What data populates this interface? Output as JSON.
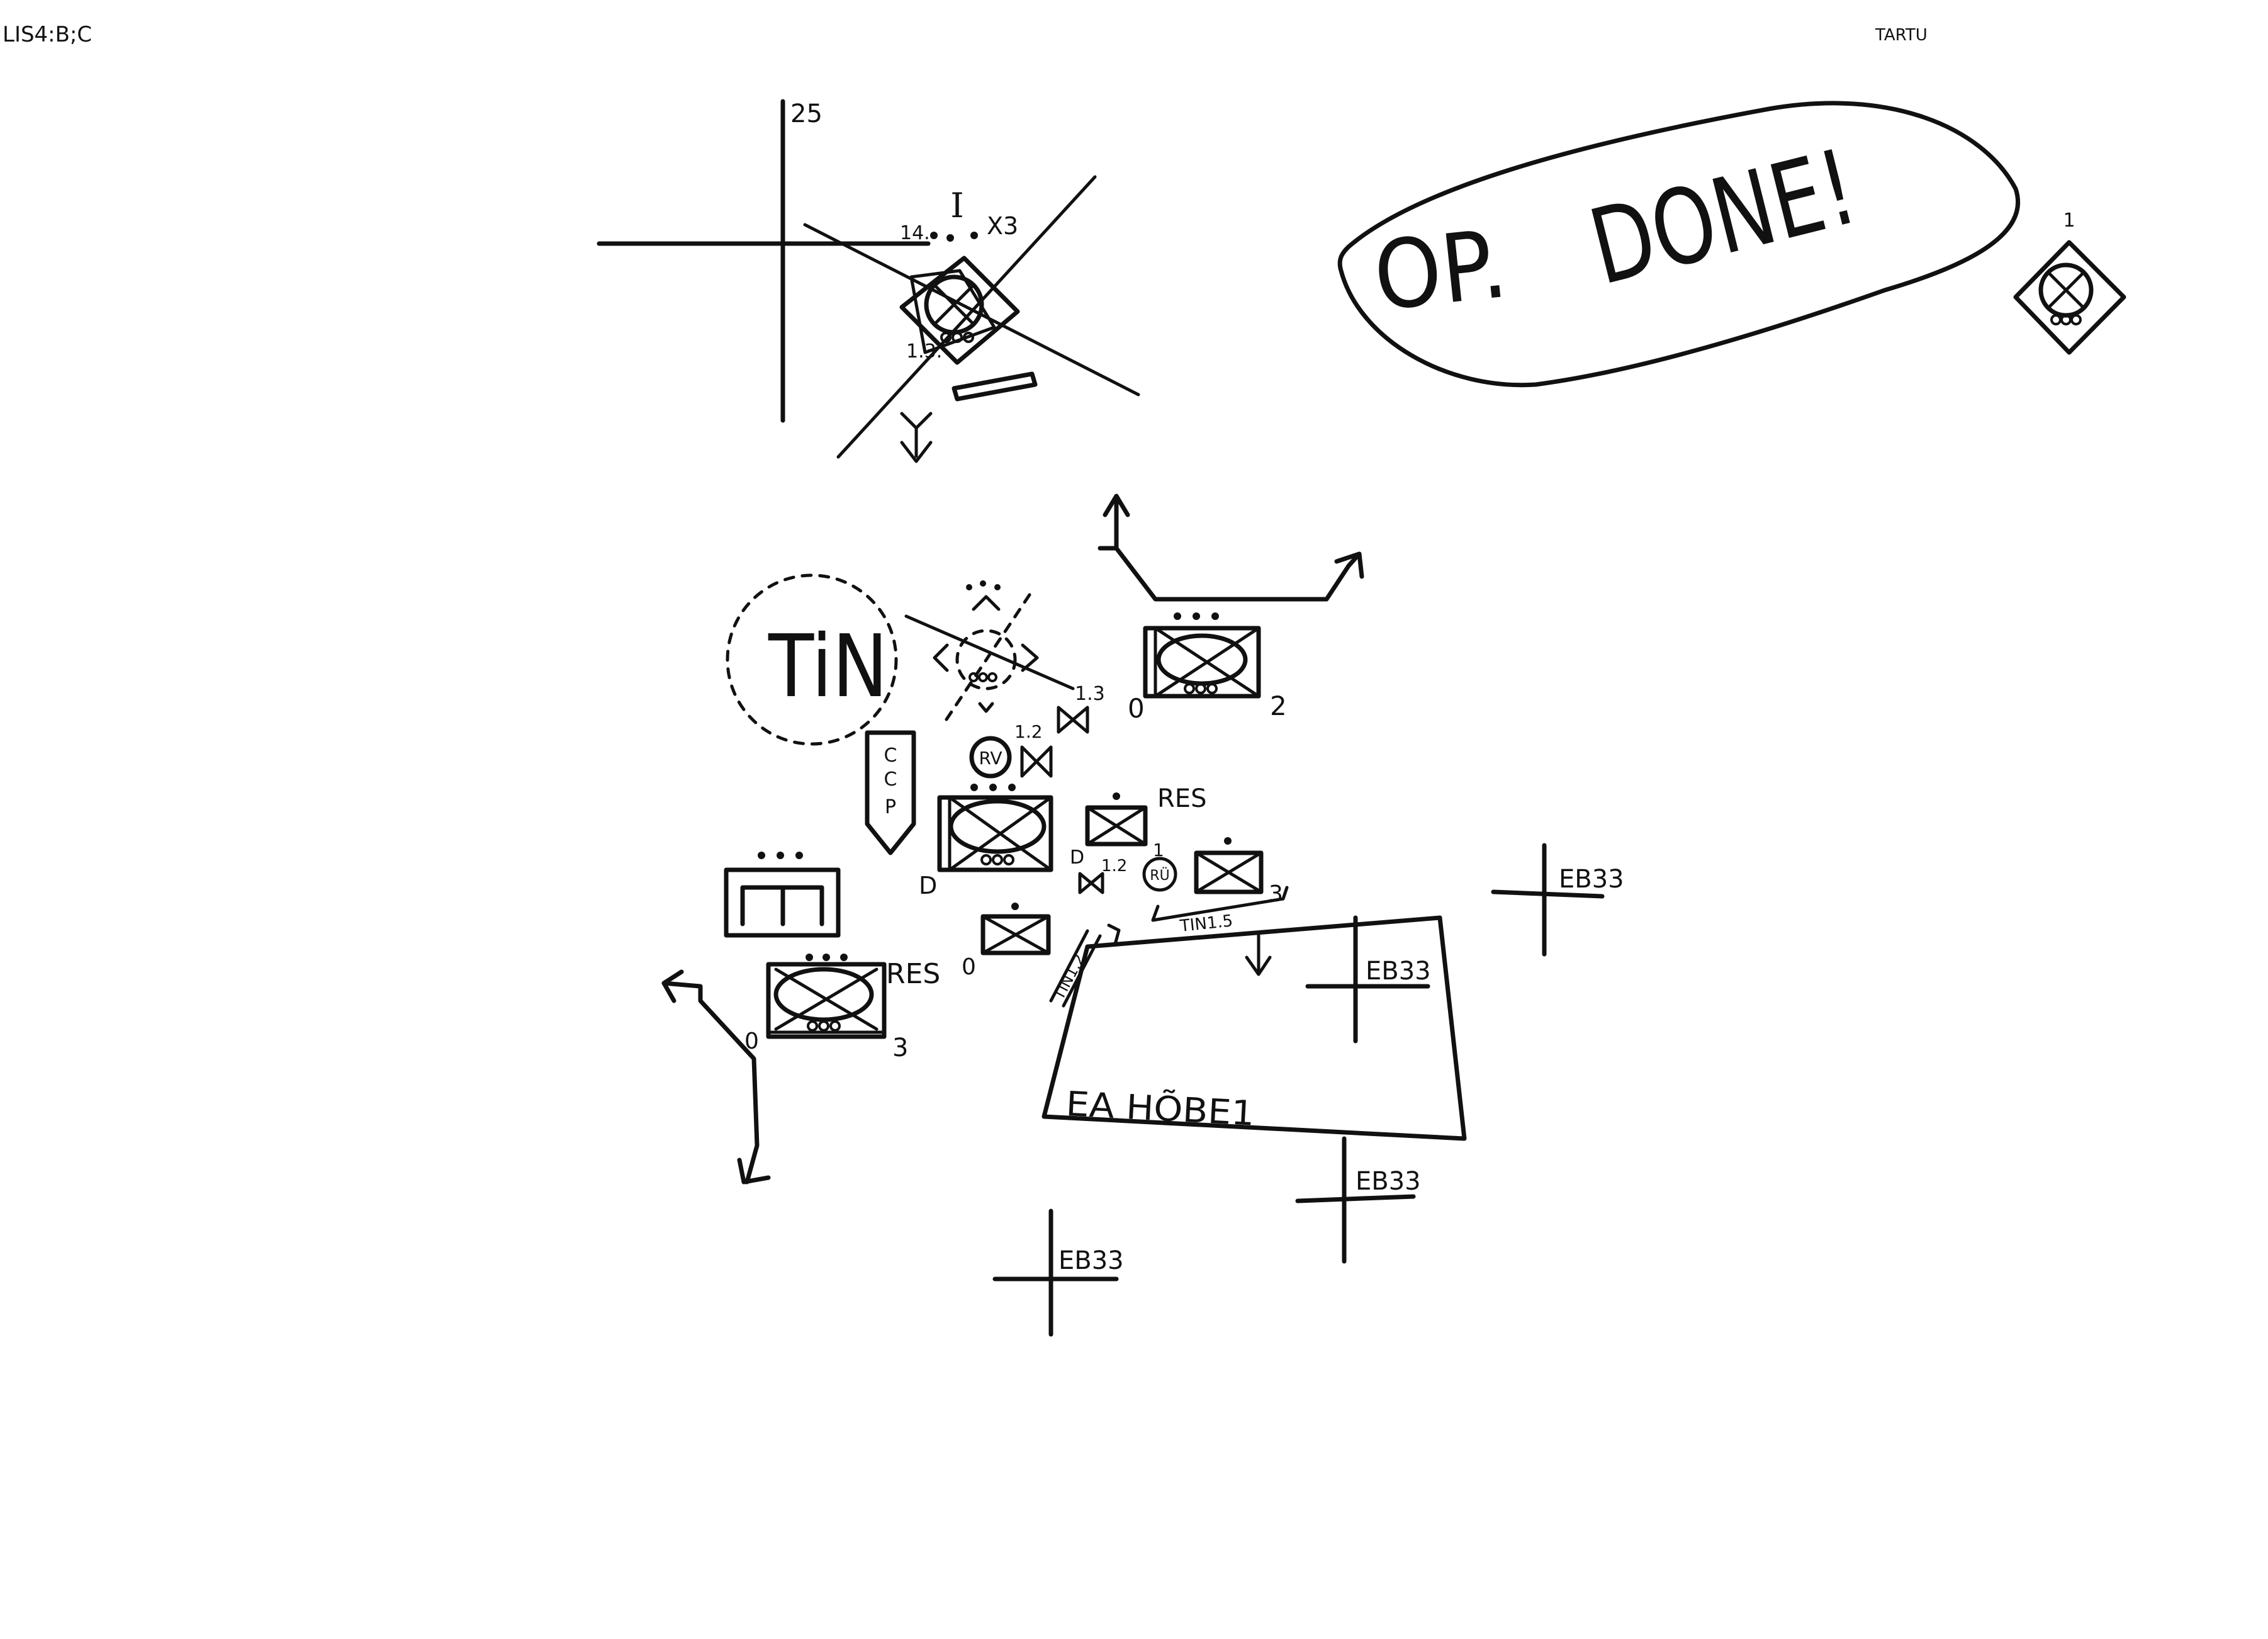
{
  "header": {
    "ref": "LIS4:B;C",
    "location": "TARTU"
  },
  "grid": {
    "label": "25"
  },
  "status_note": {
    "op": "OP.",
    "done": "DONE!"
  },
  "top_unit": {
    "echelon": "I",
    "designation": "14.",
    "multiplier": "X3",
    "number": "1.3."
  },
  "far_unit": {
    "number": "1"
  },
  "objective": {
    "name": "TiN"
  },
  "obstacles": {
    "obstacle_1": "1.3",
    "obstacle_2": "1.2",
    "obstacle_3": "1.2"
  },
  "points": {
    "rv": "RV",
    "ru": "RÜ",
    "ru_number": "1",
    "ru_left": "D",
    "ccp": [
      "C",
      "C",
      "P"
    ]
  },
  "units": {
    "box_a": {
      "left": "0",
      "right": "2"
    },
    "box_b": {
      "left": "D"
    },
    "box_c": {
      "role": "RES"
    },
    "box_d": {
      "right": "3"
    },
    "box_e": {
      "left": "0"
    },
    "box_g": {
      "role": "RES",
      "right": "3",
      "left": "0"
    }
  },
  "routes": {
    "left": "TIN1.2",
    "right": "TIN1.5"
  },
  "engagement_area": {
    "name": "EA HÕBE1"
  },
  "target_refs": [
    "EB33",
    "EB33",
    "EB33",
    "EB33"
  ]
}
